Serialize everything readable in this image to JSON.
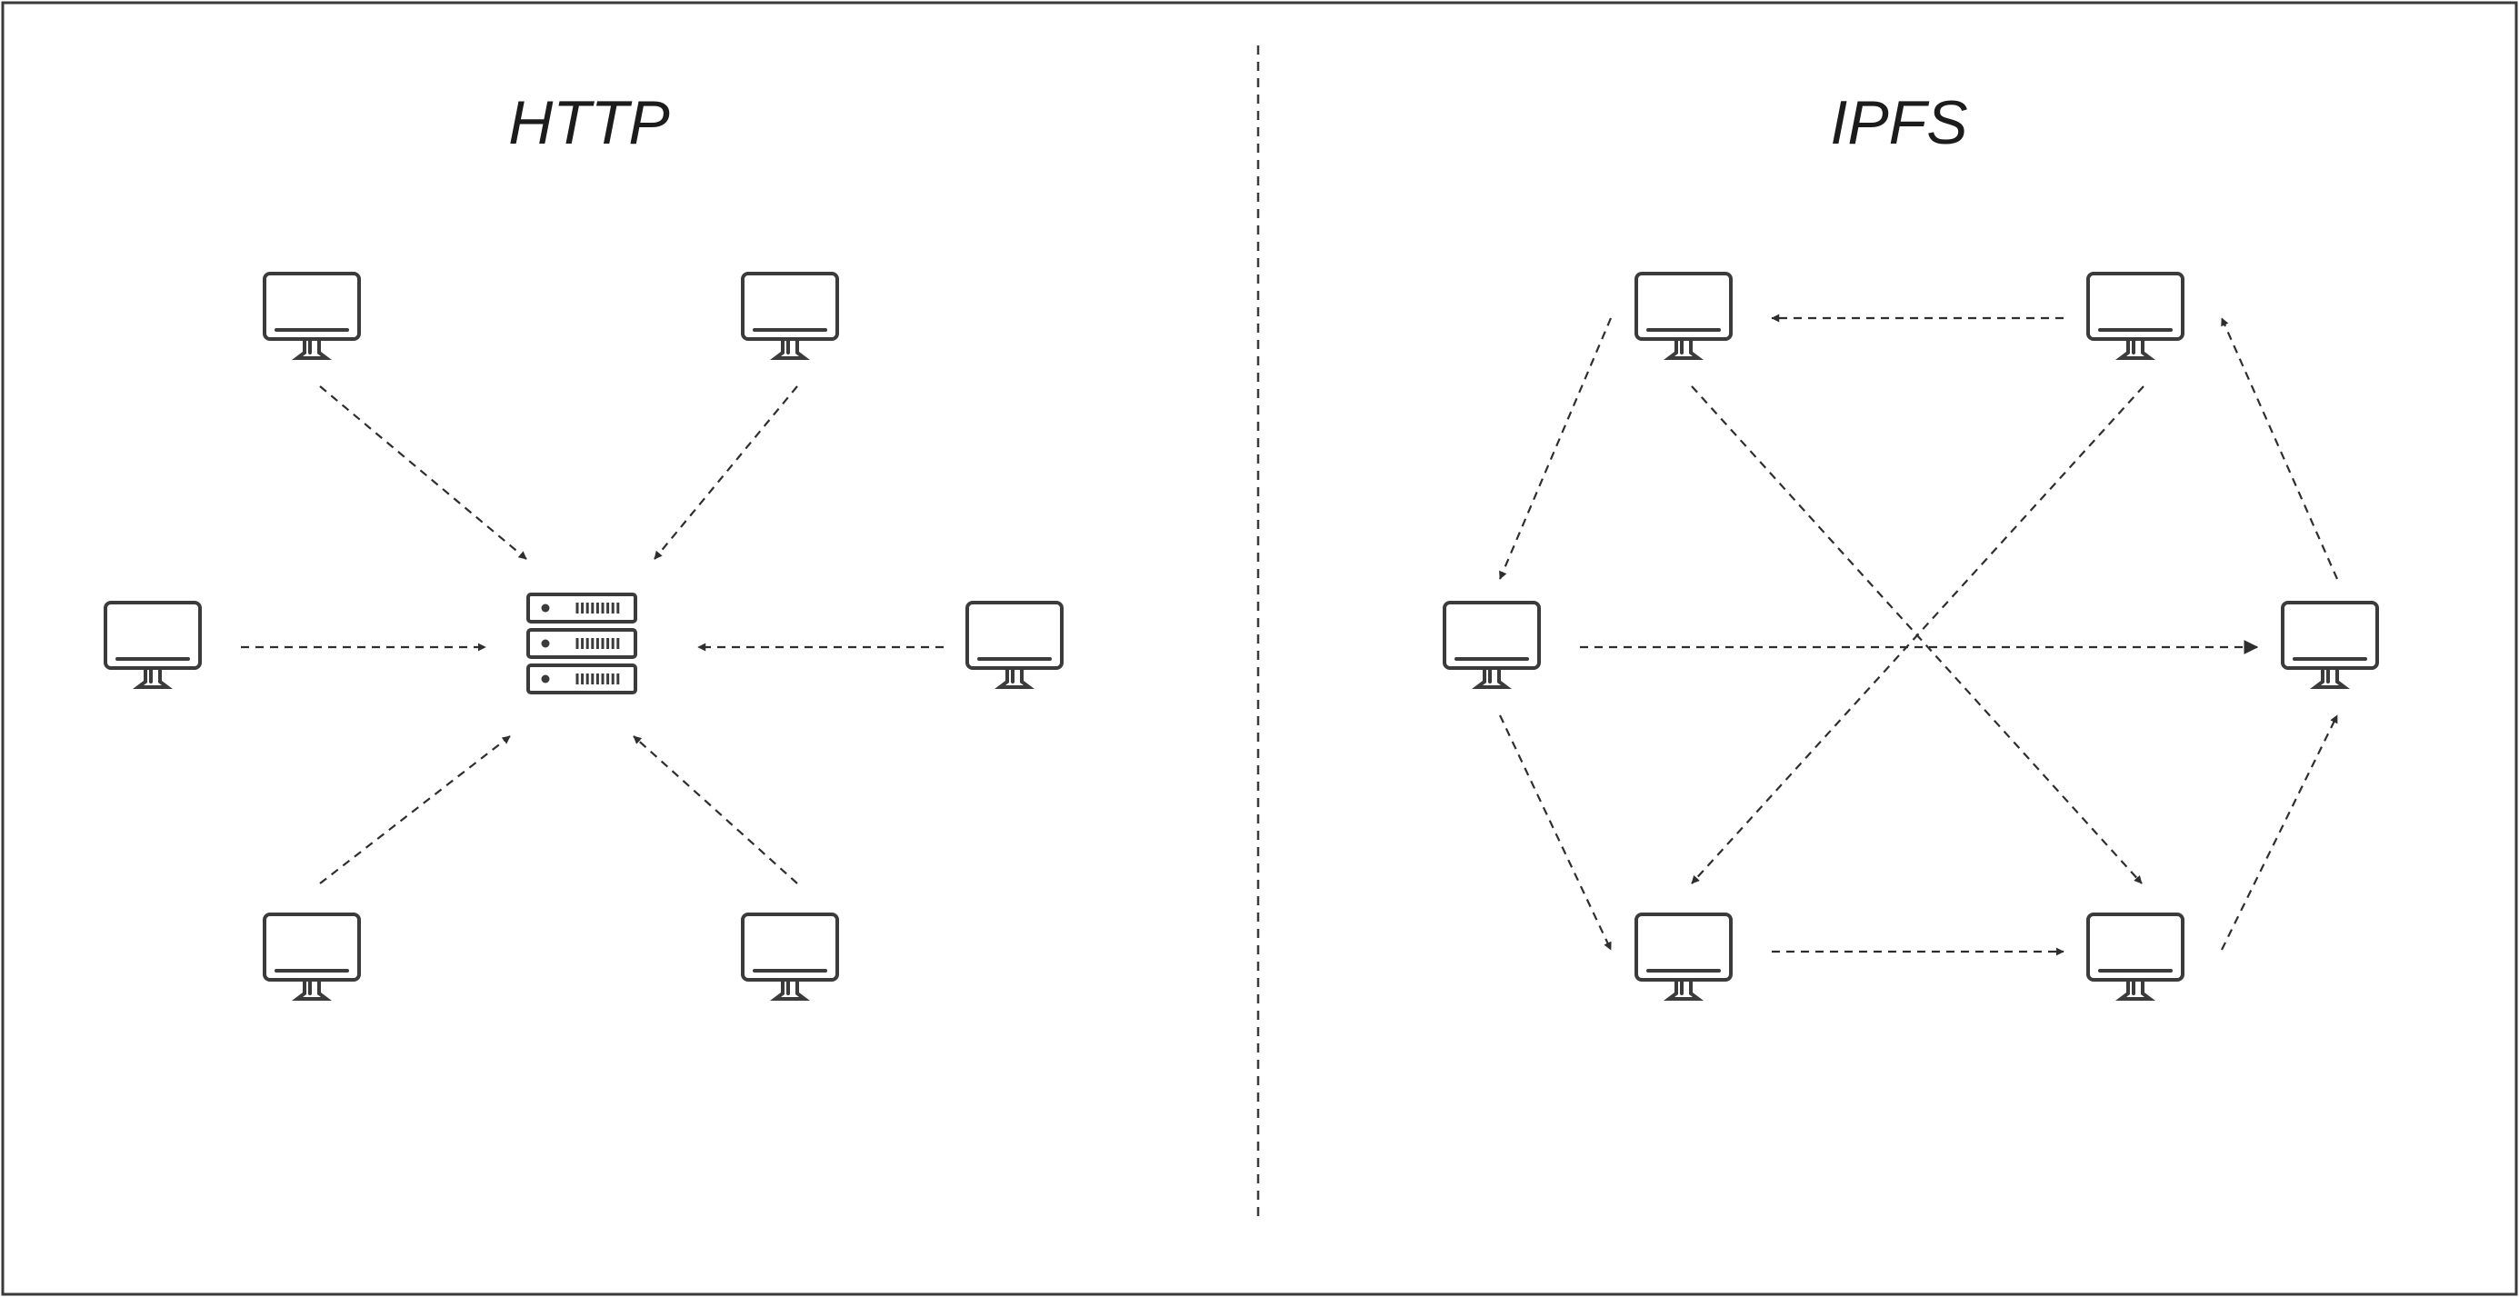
{
  "panels": {
    "http": {
      "title": "HTTP"
    },
    "ipfs": {
      "title": "IPFS"
    }
  },
  "style": {
    "stroke": "#3b3b3b",
    "text": "#1c1c1c",
    "background": "#ffffff"
  },
  "http_nodes": [
    {
      "id": "http-top-left",
      "icon": "monitor-icon"
    },
    {
      "id": "http-top-right",
      "icon": "monitor-icon"
    },
    {
      "id": "http-middle-left",
      "icon": "monitor-icon"
    },
    {
      "id": "http-middle-right",
      "icon": "monitor-icon"
    },
    {
      "id": "http-bottom-left",
      "icon": "monitor-icon"
    },
    {
      "id": "http-bottom-right",
      "icon": "monitor-icon"
    },
    {
      "id": "http-server",
      "icon": "server-icon"
    }
  ],
  "ipfs_nodes": [
    {
      "id": "ipfs-top-left",
      "icon": "monitor-icon"
    },
    {
      "id": "ipfs-top-right",
      "icon": "monitor-icon"
    },
    {
      "id": "ipfs-left",
      "icon": "monitor-icon"
    },
    {
      "id": "ipfs-right",
      "icon": "monitor-icon"
    },
    {
      "id": "ipfs-bottom-left",
      "icon": "monitor-icon"
    },
    {
      "id": "ipfs-bottom-right",
      "icon": "monitor-icon"
    }
  ],
  "edges": [
    {
      "from": "http-top-left",
      "to": "http-server"
    },
    {
      "from": "http-top-right",
      "to": "http-server"
    },
    {
      "from": "http-middle-left",
      "to": "http-server"
    },
    {
      "from": "http-middle-right",
      "to": "http-server"
    },
    {
      "from": "http-bottom-left",
      "to": "http-server"
    },
    {
      "from": "http-bottom-right",
      "to": "http-server"
    },
    {
      "from": "ipfs-top-right",
      "to": "ipfs-top-left"
    },
    {
      "from": "ipfs-top-left",
      "to": "ipfs-left"
    },
    {
      "from": "ipfs-top-left",
      "to": "ipfs-bottom-right"
    },
    {
      "from": "ipfs-top-right",
      "to": "ipfs-bottom-left"
    },
    {
      "from": "ipfs-right",
      "to": "ipfs-top-right"
    },
    {
      "from": "ipfs-left",
      "to": "ipfs-right"
    },
    {
      "from": "ipfs-left",
      "to": "ipfs-bottom-left"
    },
    {
      "from": "ipfs-bottom-left",
      "to": "ipfs-bottom-right"
    },
    {
      "from": "ipfs-bottom-right",
      "to": "ipfs-right"
    }
  ]
}
